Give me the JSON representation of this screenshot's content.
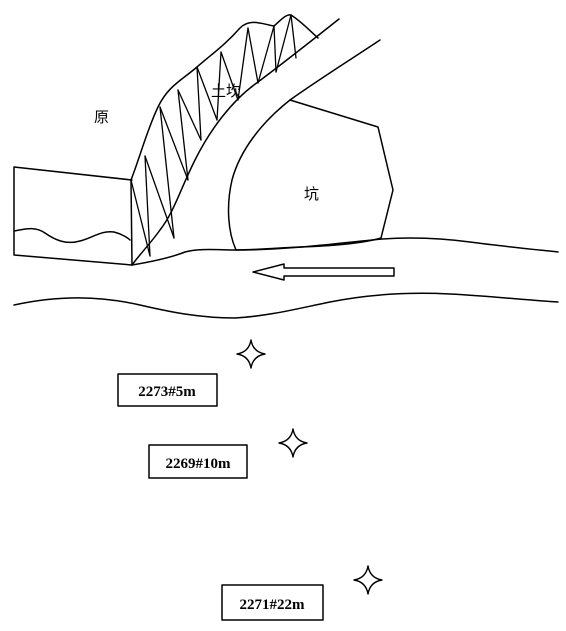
{
  "labels": {
    "yuan": "原",
    "tukeng": "土坎",
    "keng": "坑"
  },
  "markers": [
    {
      "id": "2273",
      "label": "2273#5m"
    },
    {
      "id": "2269",
      "label": "2269#10m"
    },
    {
      "id": "2271",
      "label": "2271#22m"
    }
  ],
  "colors": {
    "line": "#000000",
    "background": "#ffffff"
  },
  "icons": {
    "marker": "four-point-star-icon",
    "flow": "left-arrow-icon"
  }
}
